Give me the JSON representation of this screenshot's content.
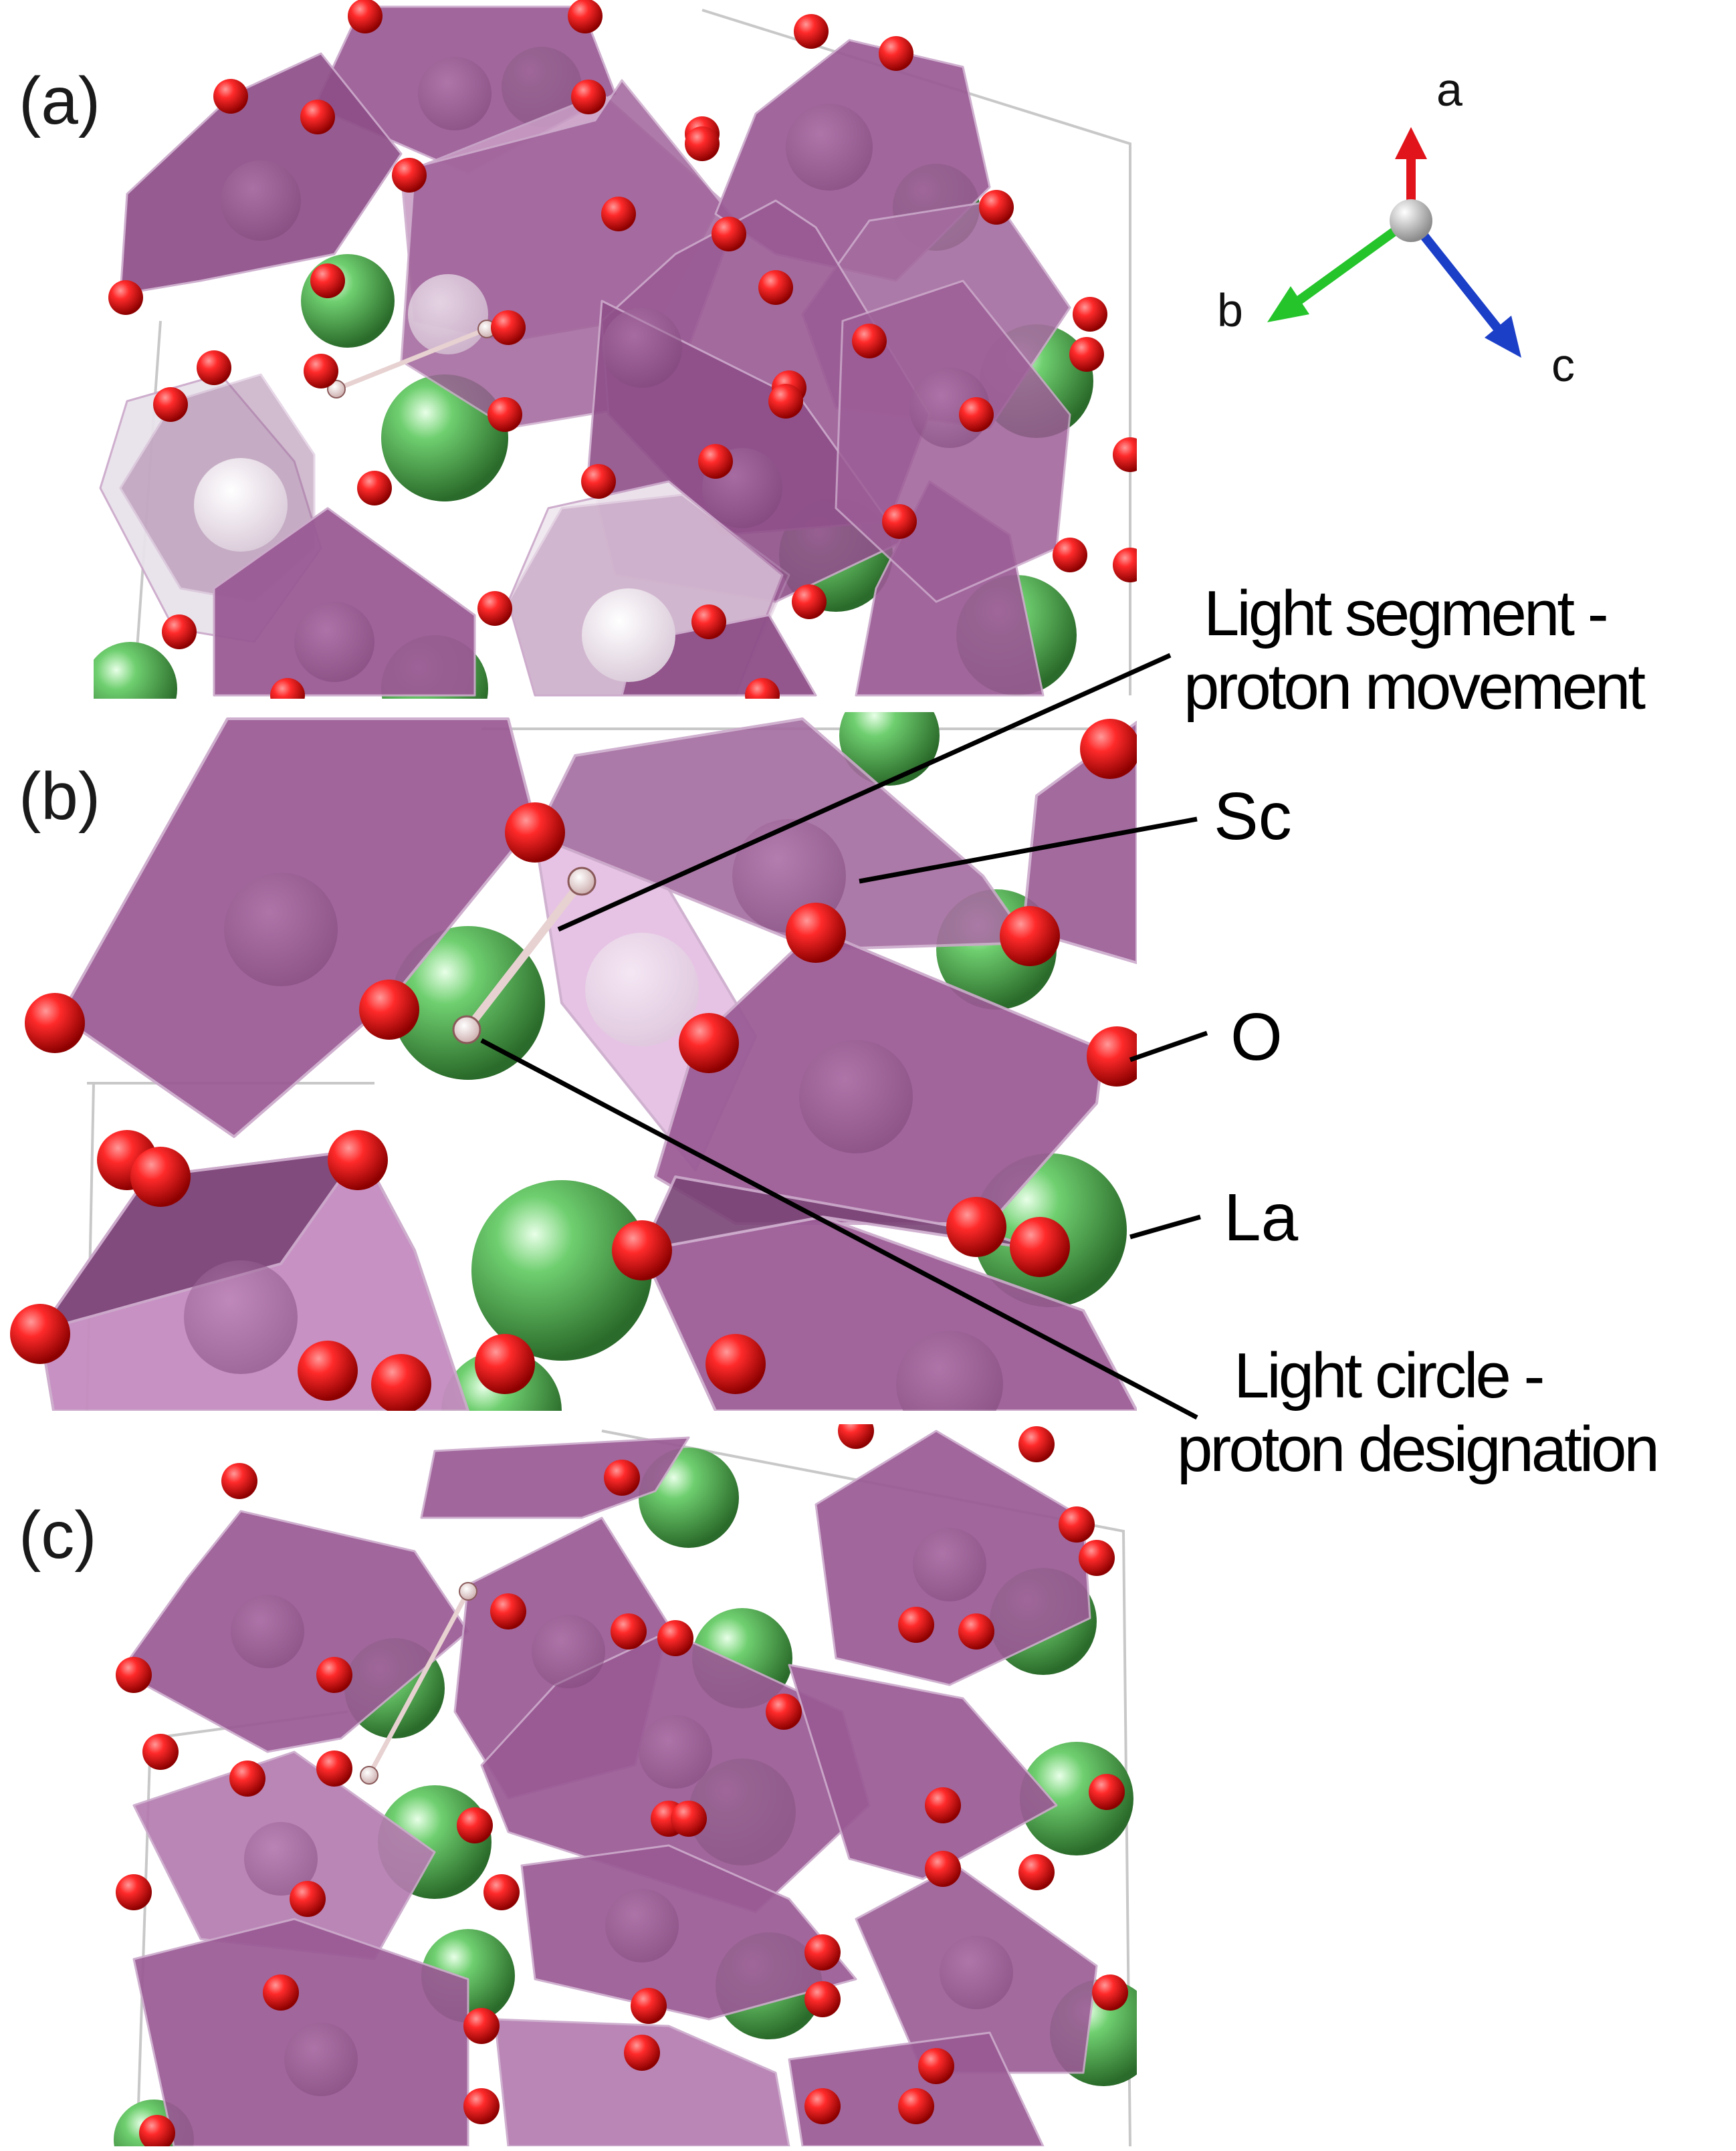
{
  "panels": [
    {
      "label": "(a)"
    },
    {
      "label": "(b)"
    },
    {
      "label": "(c)"
    }
  ],
  "axes": {
    "a": "a",
    "b": "b",
    "c": "c"
  },
  "annotations": {
    "segment_line1": "Light segment  -",
    "segment_line2": "proton movement",
    "sc": "Sc",
    "o": "O",
    "la": "La",
    "circle_line1": "Light circle -",
    "circle_line2": "proton designation"
  },
  "colors": {
    "octahedron": "#9a5a94",
    "octahedron_light": "#c68dc1",
    "la_atom": "#49a84a",
    "o_atom": "#e2141a",
    "proton": "#f3dede",
    "axis_a": "#e0141a",
    "axis_b": "#25c42b",
    "axis_c": "#1c3fc8"
  },
  "icons": [
    "oxygen-atom-icon",
    "lanthanum-atom-icon",
    "scandium-octahedron-icon",
    "proton-icon"
  ]
}
